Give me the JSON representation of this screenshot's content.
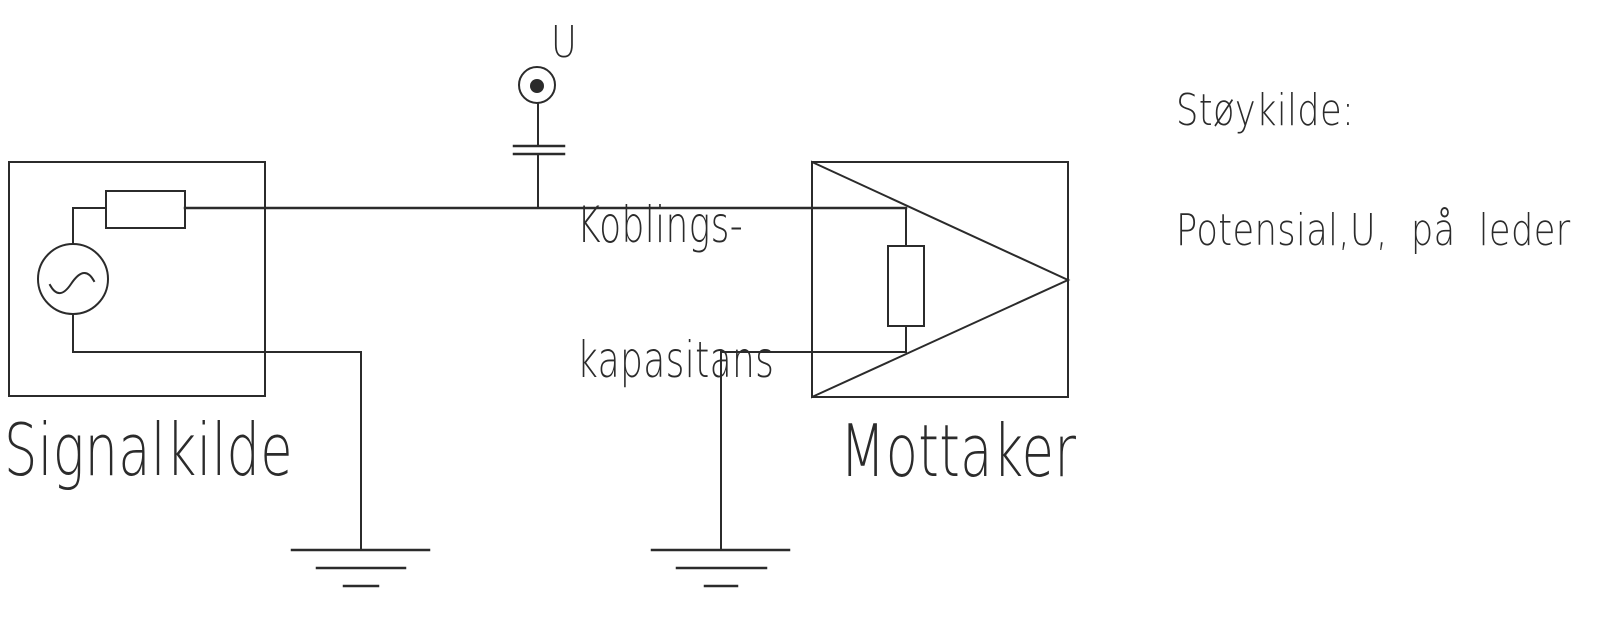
{
  "diagram": {
    "labels": {
      "noise_potential": "U",
      "coupling_line1": "Koblings-",
      "coupling_line2": "kapasitans",
      "signal_source": "Signalkilde",
      "receiver": "Mottaker",
      "note_line1": "Støykilde:",
      "note_line2": "Potensial,U,  på  leder"
    },
    "colors": {
      "line": "#2b2b2b",
      "text": "#2b2b2b",
      "background": "#ffffff"
    }
  }
}
